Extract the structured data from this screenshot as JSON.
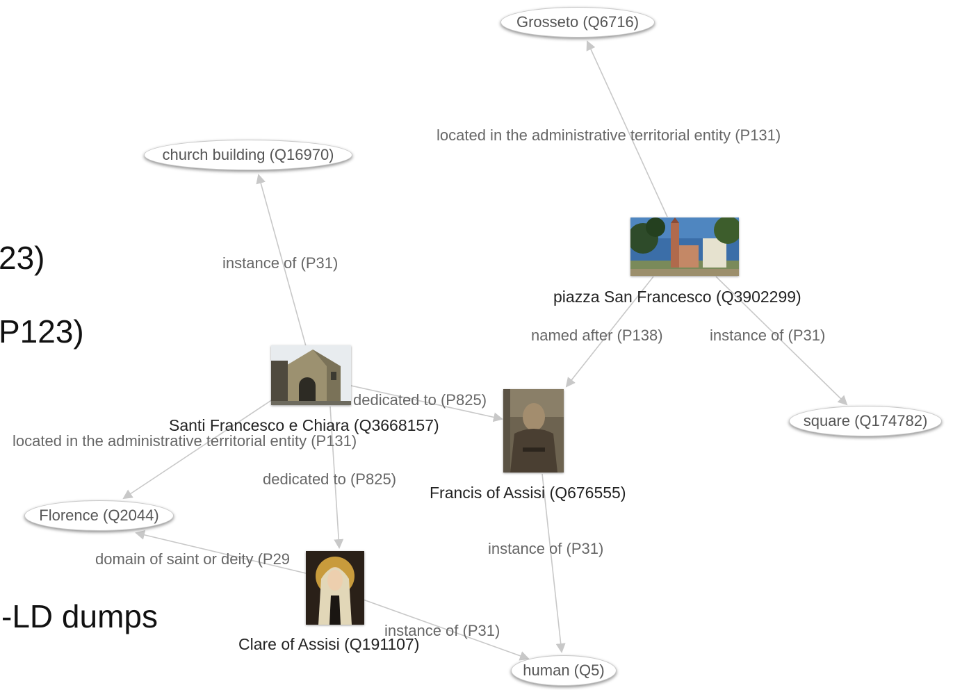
{
  "background_text": [
    "23)",
    "P123)",
    "-LD dumps"
  ],
  "nodes": {
    "grosseto": "Grosseto (Q6716)",
    "church_building": "church building (Q16970)",
    "square": "square (Q174782)",
    "florence": "Florence (Q2044)",
    "human": "human (Q5)",
    "piazza": "piazza San Francesco (Q3902299)",
    "santi": "Santi Francesco e Chiara (Q3668157)",
    "francis": "Francis of Assisi (Q676555)",
    "clare": "Clare of Assisi (Q191107)"
  },
  "edges": {
    "piazza_grosseto": "located in the administrative territorial entity (P131)",
    "santi_church": "instance of (P31)",
    "piazza_francis": "named after (P138)",
    "piazza_square": "instance of (P31)",
    "santi_francis": "dedicated to (P825)",
    "santi_florence": "located in the administrative territorial entity (P131)",
    "santi_clare": "dedicated to (P825)",
    "francis_human": "instance of (P31)",
    "clare_florence": "domain of saint or deity (P29",
    "clare_human": "instance of (P31)"
  },
  "colors": {
    "edge": "#c8c8c8",
    "node_border": "#c9c9c9",
    "edge_label": "#666666",
    "node_label": "#222222"
  }
}
